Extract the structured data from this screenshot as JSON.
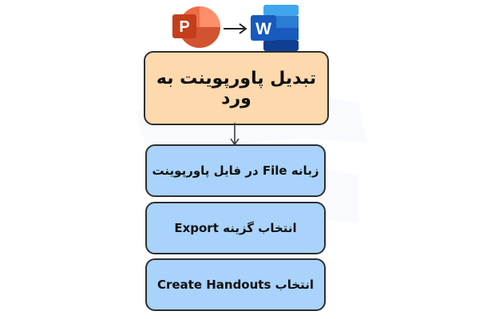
{
  "header": {
    "source_app_icon": "powerpoint-icon",
    "target_app_icon": "word-icon",
    "arrow_icon": "right-arrow-icon",
    "ppt_letter": "P",
    "word_letter": "W"
  },
  "title": "تبدیل پاورپوینت به ورد",
  "steps": [
    "زبانه File در فایل پاورپوینت",
    "انتخاب گزینه Export",
    "انتخاب Create Handouts"
  ],
  "colors": {
    "title_box": "#fdd9ad",
    "step_box": "#a9d3fb",
    "border": "#2f2f2f",
    "powerpoint": "#d35230",
    "word": "#185abd"
  }
}
